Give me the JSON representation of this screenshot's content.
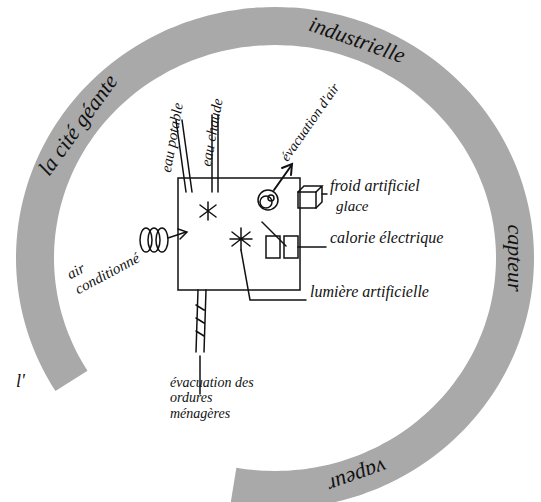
{
  "diagram": {
    "nodes": [
      {
        "text": [
          "la cité géante",
          "industrielle",
          "capteur",
          "vapeur"
        ]
      }
    ],
    "labels": [
      "eau potable",
      "eau chaude",
      "évacuation d'air",
      "froid artificiel",
      "glace",
      "calorie électrique",
      "lumière artificielle",
      "air conditionné",
      "l'",
      "évacuation des ordures ménagères"
    ]
  }
}
